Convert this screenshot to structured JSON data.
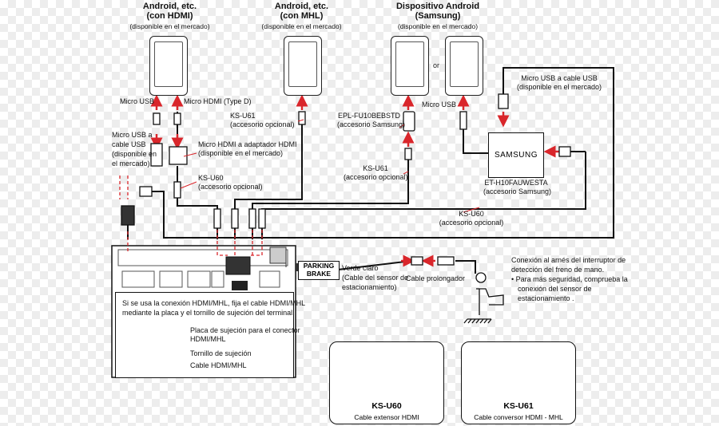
{
  "devices": {
    "hdmi": {
      "title": "Android, etc.",
      "subtitle": "(con HDMI)",
      "avail": "(disponible en el mercado)"
    },
    "mhl": {
      "title": "Android, etc.",
      "subtitle": "(con MHL)",
      "avail": "(disponible en el mercado)"
    },
    "samsung": {
      "title": "Dispositivo Android",
      "subtitle": "(Samsung)",
      "avail": "(disponible en el mercado)",
      "or": "or"
    }
  },
  "labels": {
    "micro_usb_1": "Micro USB",
    "micro_hdmi_type_d": "Micro HDMI (Type D)",
    "micro_usb_cable": [
      "Micro USB a",
      "cable USB",
      "(disponible en",
      "el mercado)"
    ],
    "hdmi_adapter": [
      "Micro HDMI a adaptador HDMI",
      "(disponible en el mercado)"
    ],
    "ks_u60_left": [
      "KS-U60",
      "(accesorio opcional)"
    ],
    "ks_u61_mhl": [
      "KS-U61",
      "(accesorio opcional)"
    ],
    "epl": [
      "EPL-FU10BEBSTD",
      "(accesorio Samsung)"
    ],
    "ks_u61_samsung": [
      "KS-U61",
      "(accesorio opcional)"
    ],
    "micro_usb_samsung": "Micro USB",
    "micro_usb_to_usb_right": [
      "Micro USB a cable USB",
      "(disponible en el mercado)"
    ],
    "samsung_box": "SAMSUNG",
    "et_h10": [
      "ET-H10FAUWESTA",
      "(accesorio Samsung)"
    ],
    "ks_u60_right": [
      "KS-U60",
      "(accesorio opcional)"
    ],
    "parking_brake": [
      "PARKING",
      "BRAKE"
    ],
    "verde_claro": [
      "Verde claro",
      "(Cable del sensor de",
      "estacionamiento)"
    ],
    "cable_prolongador": "Cable prolongador",
    "conexion": [
      "Conexión al arnés del interruptor de",
      "detección del freno de mano.",
      "• Para más seguridad, comprueba la",
      "conexión del sensor de",
      "estacionamiento ."
    ]
  },
  "note": {
    "text": [
      "Si se usa la conexión HDMI/MHL, fija el cable HDMI/MHL",
      "mediante la placa y el tornillo de sujeción del terminal."
    ],
    "item1": [
      "Placa de sujeción para el conector",
      "HDMI/MHL"
    ],
    "item2": "Tornillo de sujeción",
    "item3": "Cable HDMI/MHL"
  },
  "cables": [
    {
      "name": "KS-U60",
      "desc": "Cable extensor HDMI"
    },
    {
      "name": "KS-U61",
      "desc": "Cable conversor  HDMI - MHL"
    }
  ],
  "colors": {
    "arrow": "#d9262b",
    "line": "#111111",
    "dashed": "#d9262b"
  }
}
